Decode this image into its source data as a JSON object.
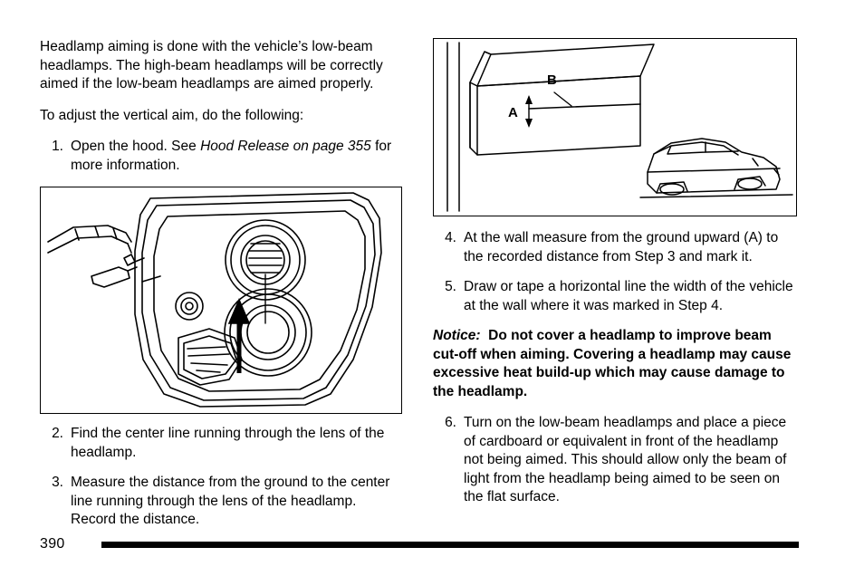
{
  "page": {
    "number": "390"
  },
  "left_column": {
    "intro_paragraph": "Headlamp aiming is done with the vehicle’s low-beam headlamps. The high-beam headlamps will be correctly aimed if the low-beam headlamps are aimed properly.",
    "adjust_paragraph": "To adjust the vertical aim, do the following:",
    "step1": {
      "number": "1.",
      "text_before": "Open the hood. See ",
      "italic_ref": "Hood Release on page 355",
      "text_after": " for more information."
    },
    "step2": {
      "number": "2.",
      "text": "Find the center line running through the lens of the headlamp."
    },
    "step3": {
      "number": "3.",
      "text": "Measure the distance from the ground to the center line running through the lens of the headlamp. Record the distance."
    },
    "figure_headlamp": {
      "caption": "headlamp-lens-illustration"
    }
  },
  "right_column": {
    "figure_wall": {
      "label_a": "A",
      "label_b": "B"
    },
    "step4": {
      "number": "4.",
      "text": "At the wall measure from the ground upward (A) to the recorded distance from Step 3 and mark it."
    },
    "step5": {
      "number": "5.",
      "text": "Draw or tape a horizontal line the width of the vehicle at the wall where it was marked in Step 4."
    },
    "notice": {
      "lead": "Notice:",
      "text": "Do not cover a headlamp to improve beam cut-off when aiming. Covering a headlamp may cause excessive heat build-up which may cause damage to the headlamp."
    },
    "step6": {
      "number": "6.",
      "text": "Turn on the low-beam headlamps and place a piece of cardboard or equivalent in front of the headlamp not being aimed. This should allow only the beam of light from the headlamp being aimed to be seen on the flat surface."
    }
  }
}
